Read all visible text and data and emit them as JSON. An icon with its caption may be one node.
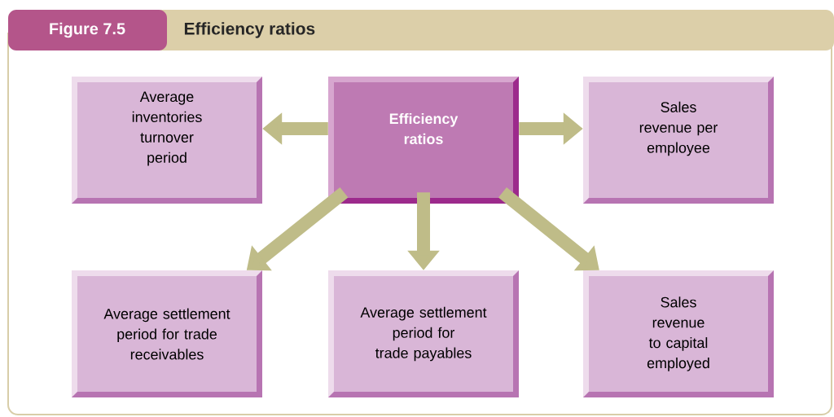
{
  "diagram": {
    "title": "Efficiency ratios",
    "nodes": [
      {
        "text": [
          "Efficiency ratios"
        ]
      },
      {
        "text": [
          "Average inventories turnover period"
        ]
      },
      {
        "text": [
          "Sales revenue per employee"
        ]
      },
      {
        "text": [
          "Average settlement period for trade receivables"
        ]
      },
      {
        "text": [
          "Average settlement period for trade payables"
        ]
      },
      {
        "text": [
          "Sales revenue to capital employed"
        ]
      }
    ],
    "edges": [
      {
        "from": 0,
        "to": 1,
        "arrow": "to"
      },
      {
        "from": 0,
        "to": 2,
        "arrow": "to"
      },
      {
        "from": 0,
        "to": 3,
        "arrow": "to"
      },
      {
        "from": 0,
        "to": 4,
        "arrow": "to"
      },
      {
        "from": 0,
        "to": 5,
        "arrow": "to"
      }
    ],
    "labels": [
      "Figure 7.5"
    ]
  }
}
